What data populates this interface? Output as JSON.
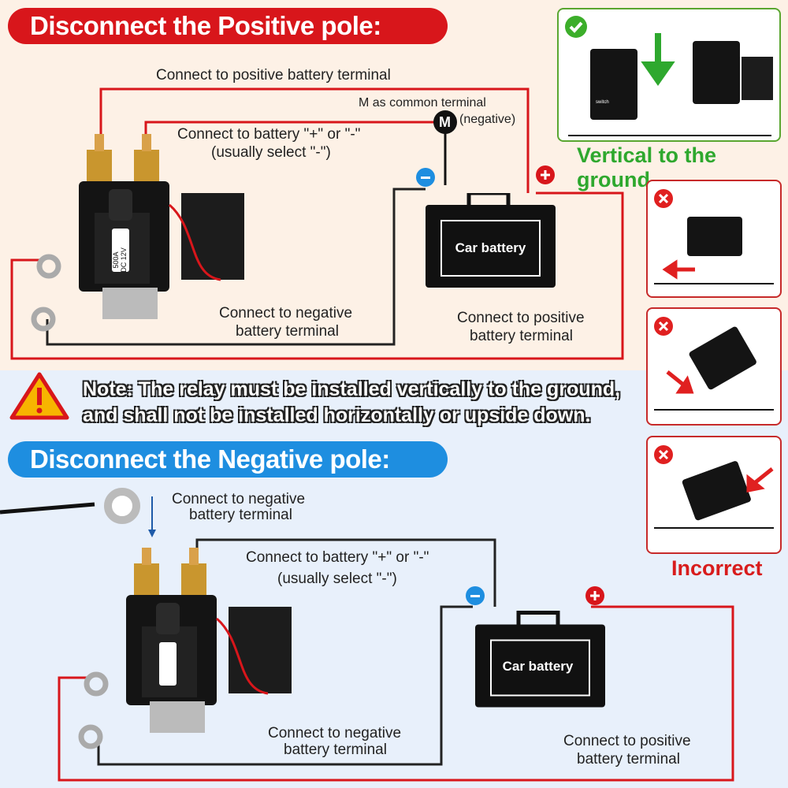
{
  "top": {
    "banner": "Disconnect the Positive pole:",
    "label_positive_top": "Connect to positive battery terminal",
    "label_m_common": "M as common terminal",
    "label_negative_paren": "(negative)",
    "m_symbol": "M",
    "label_battery_select_1": "Connect to battery \"+\" or \"-\"",
    "label_battery_select_2": "(usually select \"-\")",
    "label_negative_1": "Connect to negative",
    "label_negative_2": "battery terminal",
    "label_positive_1": "Connect to positive",
    "label_positive_2": "battery terminal",
    "battery_label": "Car battery",
    "relay_text_1": "500A",
    "relay_text_2": "DC 12V"
  },
  "note": {
    "line1": "Note: The relay must be installed vertically to the ground,",
    "line2": "and shall not be installed horizontally or upside down."
  },
  "bottom": {
    "banner": "Disconnect the Negative pole:",
    "label_negative_top_1": "Connect to negative",
    "label_negative_top_2": "battery terminal",
    "label_battery_select_1": "Connect to battery \"+\" or \"-\"",
    "label_battery_select_2": "(usually select \"-\")",
    "label_negative_1": "Connect to negative",
    "label_negative_2": "battery terminal",
    "label_positive_1": "Connect to positive",
    "label_positive_2": "battery terminal",
    "battery_label": "Car battery"
  },
  "side": {
    "correct_caption": "Vertical to the ground",
    "incorrect_caption": "Incorrect",
    "switch_label": "switch"
  },
  "colors": {
    "red": "#d8161b",
    "blue": "#1e8ee0",
    "green": "#2ea82e",
    "wire_black": "#1a1a1a"
  }
}
